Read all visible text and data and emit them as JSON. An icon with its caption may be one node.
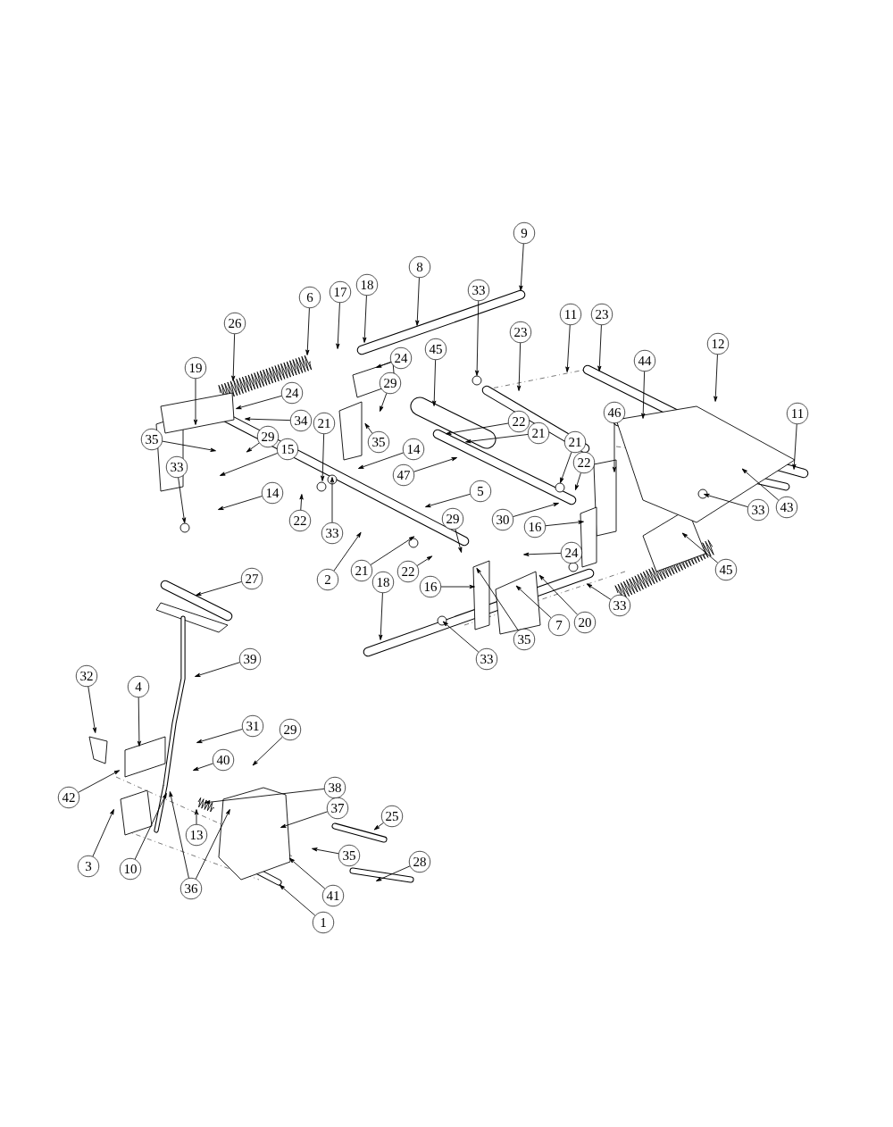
{
  "diagram": {
    "nodes": [
      {
        "text": [
          "9"
        ]
      },
      {
        "text": [
          "8"
        ]
      },
      {
        "text": [
          "18"
        ]
      },
      {
        "text": [
          "33"
        ]
      },
      {
        "text": [
          "17"
        ]
      },
      {
        "text": [
          "6"
        ]
      },
      {
        "text": [
          "11"
        ]
      },
      {
        "text": [
          "23"
        ]
      },
      {
        "text": [
          "26"
        ]
      },
      {
        "text": [
          "23"
        ]
      },
      {
        "text": [
          "12"
        ]
      },
      {
        "text": [
          "45"
        ]
      },
      {
        "text": [
          "24"
        ]
      },
      {
        "text": [
          "44"
        ]
      },
      {
        "text": [
          "19"
        ]
      },
      {
        "text": [
          "29"
        ]
      },
      {
        "text": [
          "24"
        ]
      },
      {
        "text": [
          "11"
        ]
      },
      {
        "text": [
          "46"
        ]
      },
      {
        "text": [
          "34"
        ]
      },
      {
        "text": [
          "22"
        ]
      },
      {
        "text": [
          "21"
        ]
      },
      {
        "text": [
          "21"
        ]
      },
      {
        "text": [
          "29"
        ]
      },
      {
        "text": [
          "35"
        ]
      },
      {
        "text": [
          "21"
        ]
      },
      {
        "text": [
          "35"
        ]
      },
      {
        "text": [
          "15"
        ]
      },
      {
        "text": [
          "14"
        ]
      },
      {
        "text": [
          "22"
        ]
      },
      {
        "text": [
          "33"
        ]
      },
      {
        "text": [
          "47"
        ]
      },
      {
        "text": [
          "5"
        ]
      },
      {
        "text": [
          "14"
        ]
      },
      {
        "text": [
          "43"
        ]
      },
      {
        "text": [
          "33"
        ]
      },
      {
        "text": [
          "29"
        ]
      },
      {
        "text": [
          "30"
        ]
      },
      {
        "text": [
          "22"
        ]
      },
      {
        "text": [
          "16"
        ]
      },
      {
        "text": [
          "33"
        ]
      },
      {
        "text": [
          "24"
        ]
      },
      {
        "text": [
          "22"
        ]
      },
      {
        "text": [
          "45"
        ]
      },
      {
        "text": [
          "21"
        ]
      },
      {
        "text": [
          "27"
        ]
      },
      {
        "text": [
          "2"
        ]
      },
      {
        "text": [
          "18"
        ]
      },
      {
        "text": [
          "16"
        ]
      },
      {
        "text": [
          "33"
        ]
      },
      {
        "text": [
          "20"
        ]
      },
      {
        "text": [
          "7"
        ]
      },
      {
        "text": [
          "35"
        ]
      },
      {
        "text": [
          "39"
        ]
      },
      {
        "text": [
          "33"
        ]
      },
      {
        "text": [
          "32"
        ]
      },
      {
        "text": [
          "4"
        ]
      },
      {
        "text": [
          "31"
        ]
      },
      {
        "text": [
          "29"
        ]
      },
      {
        "text": [
          "40"
        ]
      },
      {
        "text": [
          "38"
        ]
      },
      {
        "text": [
          "42"
        ]
      },
      {
        "text": [
          "37"
        ]
      },
      {
        "text": [
          "25"
        ]
      },
      {
        "text": [
          "13"
        ]
      },
      {
        "text": [
          "35"
        ]
      },
      {
        "text": [
          "28"
        ]
      },
      {
        "text": [
          "3"
        ]
      },
      {
        "text": [
          "10"
        ]
      },
      {
        "text": [
          "36"
        ]
      },
      {
        "text": [
          "41"
        ]
      },
      {
        "text": [
          "1"
        ]
      }
    ],
    "edges": [
      {
        "from": 0,
        "to": null,
        "arrow": "to"
      },
      {
        "from": 1,
        "to": null,
        "arrow": "to"
      },
      {
        "from": 2,
        "to": null,
        "arrow": "to"
      },
      {
        "from": 3,
        "to": null,
        "arrow": "to"
      },
      {
        "from": 4,
        "to": null,
        "arrow": "to"
      },
      {
        "from": 5,
        "to": null,
        "arrow": "to"
      },
      {
        "from": 6,
        "to": null,
        "arrow": "to"
      },
      {
        "from": 7,
        "to": null,
        "arrow": "to"
      },
      {
        "from": 8,
        "to": null,
        "arrow": "to"
      },
      {
        "from": 9,
        "to": null,
        "arrow": "to"
      },
      {
        "from": 10,
        "to": null,
        "arrow": "to"
      },
      {
        "from": 11,
        "to": null,
        "arrow": "to"
      },
      {
        "from": 12,
        "to": null,
        "arrow": "to"
      },
      {
        "from": 13,
        "to": null,
        "arrow": "to"
      },
      {
        "from": 14,
        "to": null,
        "arrow": "to"
      },
      {
        "from": 15,
        "to": null,
        "arrow": "to"
      },
      {
        "from": 16,
        "to": null,
        "arrow": "to"
      },
      {
        "from": 17,
        "to": null,
        "arrow": "to"
      },
      {
        "from": 18,
        "to": null,
        "arrow": "to"
      },
      {
        "from": 19,
        "to": null,
        "arrow": "to"
      },
      {
        "from": 20,
        "to": null,
        "arrow": "to"
      },
      {
        "from": 21,
        "to": null,
        "arrow": "to"
      },
      {
        "from": 22,
        "to": null,
        "arrow": "to"
      },
      {
        "from": 23,
        "to": null,
        "arrow": "to"
      },
      {
        "from": 24,
        "to": null,
        "arrow": "to"
      },
      {
        "from": 25,
        "to": null,
        "arrow": "to"
      },
      {
        "from": 26,
        "to": null,
        "arrow": "to"
      },
      {
        "from": 27,
        "to": null,
        "arrow": "to"
      },
      {
        "from": 28,
        "to": null,
        "arrow": "to"
      },
      {
        "from": 29,
        "to": null,
        "arrow": "to"
      },
      {
        "from": 30,
        "to": null,
        "arrow": "to"
      },
      {
        "from": 31,
        "to": null,
        "arrow": "to"
      },
      {
        "from": 32,
        "to": null,
        "arrow": "to"
      },
      {
        "from": 33,
        "to": null,
        "arrow": "to"
      },
      {
        "from": 34,
        "to": null,
        "arrow": "to"
      },
      {
        "from": 35,
        "to": null,
        "arrow": "to"
      },
      {
        "from": 36,
        "to": null,
        "arrow": "to"
      },
      {
        "from": 37,
        "to": null,
        "arrow": "to"
      },
      {
        "from": 38,
        "to": null,
        "arrow": "to"
      },
      {
        "from": 39,
        "to": null,
        "arrow": "to"
      },
      {
        "from": 40,
        "to": null,
        "arrow": "to"
      },
      {
        "from": 41,
        "to": null,
        "arrow": "to"
      },
      {
        "from": 42,
        "to": null,
        "arrow": "to"
      },
      {
        "from": 43,
        "to": null,
        "arrow": "to"
      },
      {
        "from": 44,
        "to": null,
        "arrow": "to"
      },
      {
        "from": 45,
        "to": null,
        "arrow": "to"
      },
      {
        "from": 46,
        "to": null,
        "arrow": "to"
      },
      {
        "from": 47,
        "to": null,
        "arrow": "to"
      },
      {
        "from": 48,
        "to": null,
        "arrow": "to"
      },
      {
        "from": 49,
        "to": null,
        "arrow": "to"
      },
      {
        "from": 50,
        "to": null,
        "arrow": "to"
      },
      {
        "from": 51,
        "to": null,
        "arrow": "to"
      },
      {
        "from": 52,
        "to": null,
        "arrow": "to"
      },
      {
        "from": 53,
        "to": null,
        "arrow": "to"
      },
      {
        "from": 54,
        "to": null,
        "arrow": "to"
      },
      {
        "from": 55,
        "to": null,
        "arrow": "to"
      },
      {
        "from": 56,
        "to": null,
        "arrow": "to"
      },
      {
        "from": 57,
        "to": null,
        "arrow": "to"
      },
      {
        "from": 58,
        "to": null,
        "arrow": "to"
      },
      {
        "from": 59,
        "to": null,
        "arrow": "to"
      },
      {
        "from": 60,
        "to": null,
        "arrow": "to"
      },
      {
        "from": 61,
        "to": null,
        "arrow": "to"
      },
      {
        "from": 62,
        "to": null,
        "arrow": "to"
      },
      {
        "from": 63,
        "to": null,
        "arrow": "to"
      },
      {
        "from": 64,
        "to": null,
        "arrow": "to"
      },
      {
        "from": 65,
        "to": null,
        "arrow": "to"
      },
      {
        "from": 66,
        "to": null,
        "arrow": "to"
      },
      {
        "from": 67,
        "to": null,
        "arrow": "to"
      },
      {
        "from": 68,
        "to": null,
        "arrow": "to"
      },
      {
        "from": 69,
        "to": null,
        "arrow": "to"
      },
      {
        "from": 69,
        "to": null,
        "arrow": "to"
      },
      {
        "from": 70,
        "to": null,
        "arrow": "to"
      },
      {
        "from": 71,
        "to": null,
        "arrow": "to"
      }
    ]
  }
}
